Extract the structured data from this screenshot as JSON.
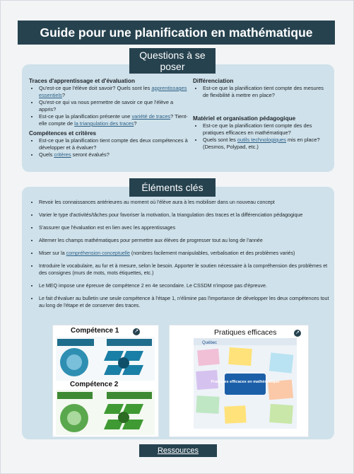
{
  "title": "Guide pour une planification en mathématique",
  "questions": {
    "heading_line1": "Questions à se",
    "heading_line2": "poser",
    "left": {
      "traces": {
        "title": "Traces d'apprentissage et d'évaluation",
        "items": [
          {
            "a": "Qu'est-ce que l'élève doit savoir? Quels sont les ",
            "link": "apprentissages essentiels",
            "b": "?"
          },
          {
            "a": "Qu'est-ce qui va nous permettre de savoir ce que l'élève a appris?",
            "link": "",
            "b": ""
          },
          {
            "a": "Est-ce que la planification présente une ",
            "link": "variété de traces",
            "b": "? Tient-elle compte de ",
            "link2": "la triangulation des traces",
            "c": "?"
          }
        ]
      },
      "competences": {
        "title": "Compétences et critères",
        "items": [
          {
            "a": "Est-ce que la planification tient compte des deux compétences à développer et à évaluer?"
          },
          {
            "a": "Quels ",
            "link": "critères",
            "b": " seront évalués?"
          }
        ]
      }
    },
    "right": {
      "differenciation": {
        "title": "Différenciation",
        "items": [
          "Est-ce que la planification tient compte des mesures de flexibilité à mettre en place?"
        ]
      },
      "materiel": {
        "title": "Matériel et organisation pédagogique",
        "items": [
          {
            "a": "Est-ce que la planification tient compte des des pratiques efficaces en mathématique?"
          },
          {
            "a": "Quels sont les ",
            "link": "outils technologiques",
            "b": " mis en place? (Desmos, Polypad, etc.)"
          }
        ]
      }
    }
  },
  "elements": {
    "heading": "Éléments clés",
    "items": [
      {
        "a": "Revoir les connaissances antérieures au moment où l'élève aura à les mobiliser dans un nouveau concept"
      },
      {
        "a": "Varier le type d'activités/tâches pour favoriser la motivation, la triangulation des traces et la différenciation pédagogique"
      },
      {
        "a": "S'assurer que l'évaluation est en lien avec les apprentissages"
      },
      {
        "a": "Alterner les champs mathématiques pour permettre aux élèves de progresser tout au long de l'année"
      },
      {
        "a": "Miser sur la ",
        "link": "compréhension conceptuelle",
        "b": " (nombres facilement manipulables, verbalisation et des problèmes variés)"
      },
      {
        "a": "Introduire le vocabulaire, au fur et à mesure, selon le besoin. Apporter le soutien nécessaire à la compréhension des problèmes et des consignes (murs de mots, mots étiquettes, etc.)"
      },
      {
        "a": "Le MEQ impose une épreuve de compétence 2 en 4e secondaire. Le CSSDM n'impose pas d'épreuve."
      },
      {
        "a": "Le fait d'évaluer au bulletin une seule compétence à l'étape 1, n'élimine pas l'importance de développer les deux compétences tout au long de l'étape et de conserver des traces."
      }
    ]
  },
  "cards": {
    "c1_title": "Compétence 1",
    "c2_title": "Compétence 2",
    "pe_title": "Pratiques efficaces",
    "pe_center": "Pratiques efficaces en mathématique",
    "pe_brand": "Québec"
  },
  "resources": "Ressources",
  "colors": {
    "dark": "#26424f",
    "panel": "#cfe1ea",
    "link": "#2b5f86"
  }
}
